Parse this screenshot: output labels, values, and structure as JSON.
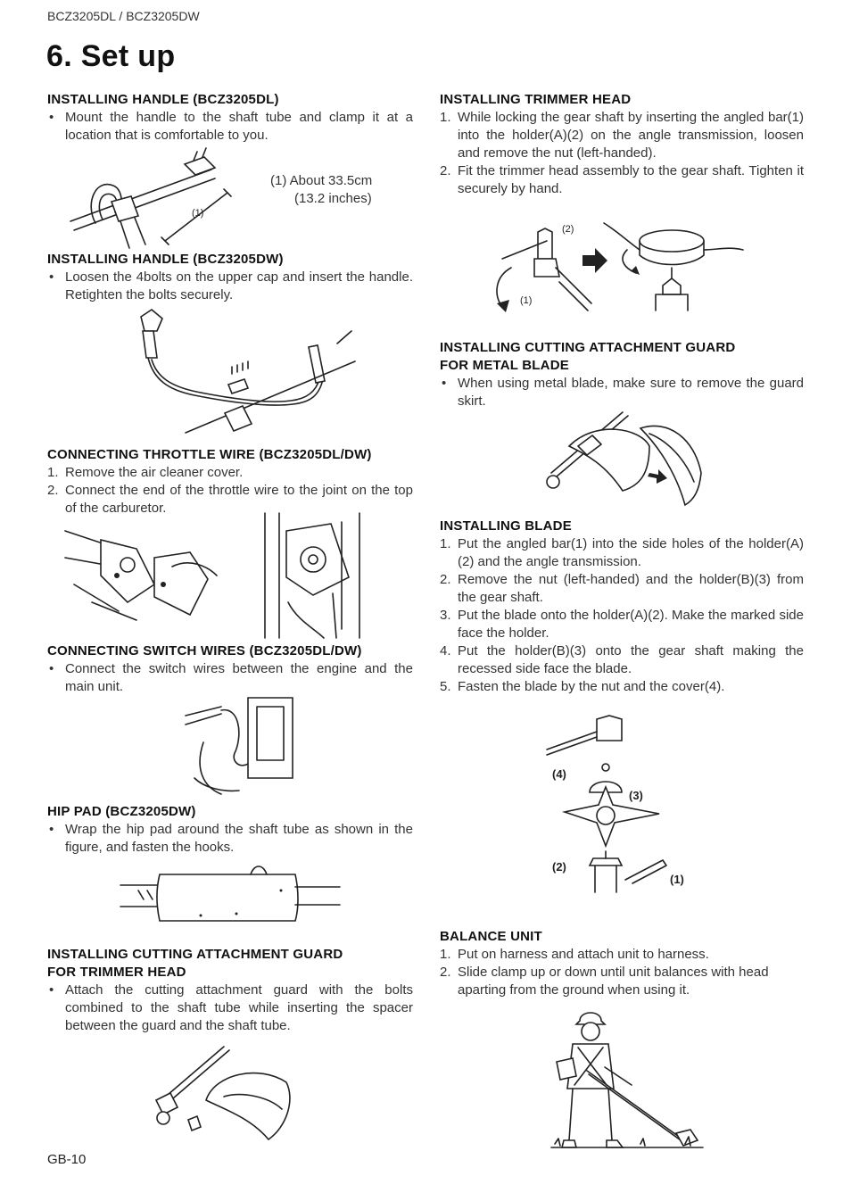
{
  "header": {
    "model": "BCZ3205DL / BCZ3205DW",
    "title": "6. Set up"
  },
  "left": {
    "handle_dl": {
      "heading": "INSTALLING HANDLE (BCZ3205DL)",
      "bullet": "Mount the handle to the shaft tube and clamp it at a location that is comfortable to you.",
      "caption_line1": "(1) About 33.5cm",
      "caption_line2": "(13.2 inches)",
      "fig_label": "(1)"
    },
    "handle_dw": {
      "heading": "INSTALLING HANDLE (BCZ3205DW)",
      "bullet": "Loosen the 4bolts on the upper cap and insert the handle. Retighten the bolts securely."
    },
    "throttle": {
      "heading": "CONNECTING THROTTLE WIRE (BCZ3205DL/DW)",
      "steps": [
        {
          "n": "1.",
          "text": "Remove the air cleaner cover."
        },
        {
          "n": "2.",
          "text": "Connect the end of the throttle wire to the joint on the top of the carburetor."
        }
      ]
    },
    "switch": {
      "heading": "CONNECTING SWITCH WIRES (BCZ3205DL/DW)",
      "bullet": "Connect the switch wires between the engine and the main unit."
    },
    "hip_pad": {
      "heading": "HIP PAD (BCZ3205DW)",
      "bullet": "Wrap the hip pad around the shaft tube as shown in the figure, and fasten the hooks."
    },
    "guard_trimmer": {
      "heading_line1": "INSTALLING CUTTING ATTACHMENT GUARD",
      "heading_line2": "FOR TRIMMER HEAD",
      "bullet": "Attach the cutting attachment guard with the bolts combined to the shaft tube while inserting the spacer between the guard and the shaft tube."
    }
  },
  "right": {
    "trimmer_head": {
      "heading": "INSTALLING TRIMMER HEAD",
      "steps": [
        {
          "n": "1.",
          "text": "While locking the gear shaft by inserting the angled bar(1) into the holder(A)(2) on the angle transmission, loosen and remove the nut (left-handed)."
        },
        {
          "n": "2.",
          "text": "Fit the trimmer head assembly to the gear shaft. Tighten it securely by hand."
        }
      ],
      "fig_label_1": "(1)",
      "fig_label_2": "(2)"
    },
    "guard_metal": {
      "heading_line1": "INSTALLING CUTTING ATTACHMENT GUARD",
      "heading_line2": "FOR METAL BLADE",
      "bullet": "When using metal blade, make sure to remove the guard skirt."
    },
    "blade": {
      "heading": "INSTALLING BLADE",
      "steps": [
        {
          "n": "1.",
          "text": "Put the angled bar(1) into the side holes of the holder(A)(2) and the angle transmission."
        },
        {
          "n": "2.",
          "text": "Remove the nut (left-handed) and the holder(B)(3) from the gear shaft."
        },
        {
          "n": "3.",
          "text": "Put the blade onto the holder(A)(2). Make the marked side face the holder."
        },
        {
          "n": "4.",
          "text": "Put the holder(B)(3) onto the gear shaft making the recessed side face the blade."
        },
        {
          "n": "5.",
          "text": "Fasten the blade by the nut and the cover(4)."
        }
      ],
      "fig_labels": {
        "l4": "(4)",
        "l3": "(3)",
        "l2": "(2)",
        "l1": "(1)"
      }
    },
    "balance": {
      "heading": "BALANCE UNIT",
      "steps": [
        {
          "n": "1.",
          "text": "Put on harness and attach unit to harness."
        },
        {
          "n": "2.",
          "text": "Slide clamp up or down until unit balances with head aparting from the ground when using it."
        }
      ]
    }
  },
  "footer": {
    "page": "GB-10"
  }
}
